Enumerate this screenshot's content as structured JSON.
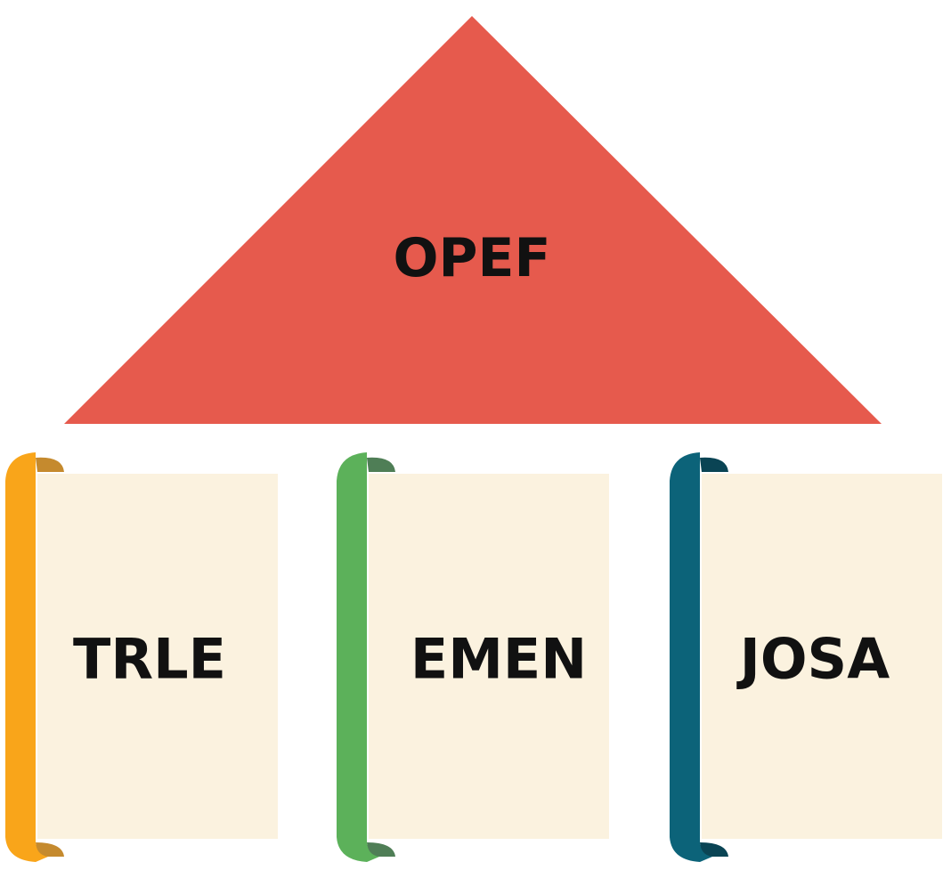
{
  "diagram": {
    "roof": {
      "label": "OPEF",
      "color": "#E65A4D"
    },
    "pillars": [
      {
        "label": "TRLE",
        "color": "#F9A51A",
        "shade": "#C58A2E"
      },
      {
        "label": "EMEN",
        "color": "#5CB15A",
        "shade": "#4F7E56"
      },
      {
        "label": "JOSA",
        "color": "#0C6379",
        "shade": "#0A4454"
      }
    ],
    "panel_color": "#FBF2DF"
  }
}
